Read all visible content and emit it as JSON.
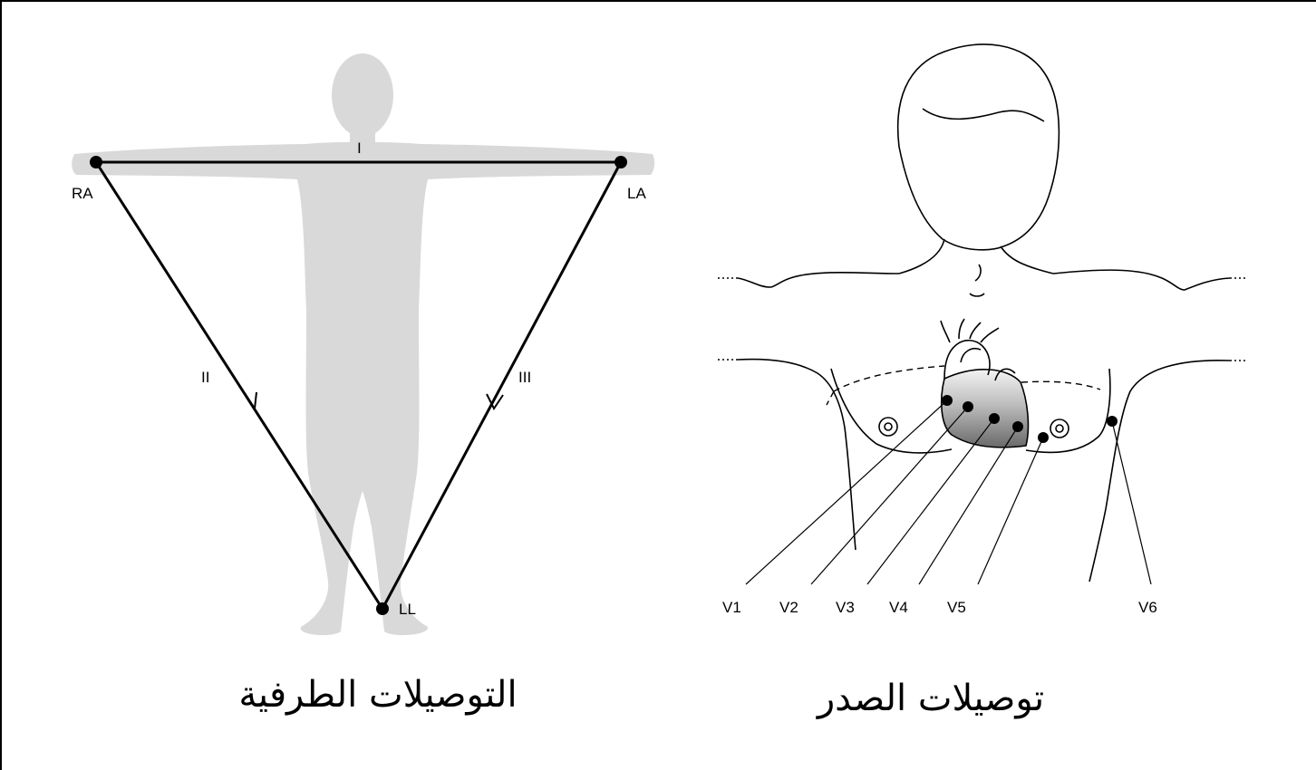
{
  "limb_leads": {
    "electrodes": {
      "ra": "RA",
      "la": "LA",
      "ll": "LL"
    },
    "leads": {
      "i": "I",
      "ii": "II",
      "iii": "III"
    },
    "caption": "التوصيلات الطرفية"
  },
  "chest_leads": {
    "electrodes": [
      "V1",
      "V2",
      "V3",
      "V4",
      "V5",
      "V6"
    ],
    "caption": "توصيلات الصدر"
  },
  "colors": {
    "silhouette": "#d9d9d9",
    "line": "#000000",
    "heart_dark": "#6e6e6e",
    "heart_light": "#f2f2f2"
  }
}
